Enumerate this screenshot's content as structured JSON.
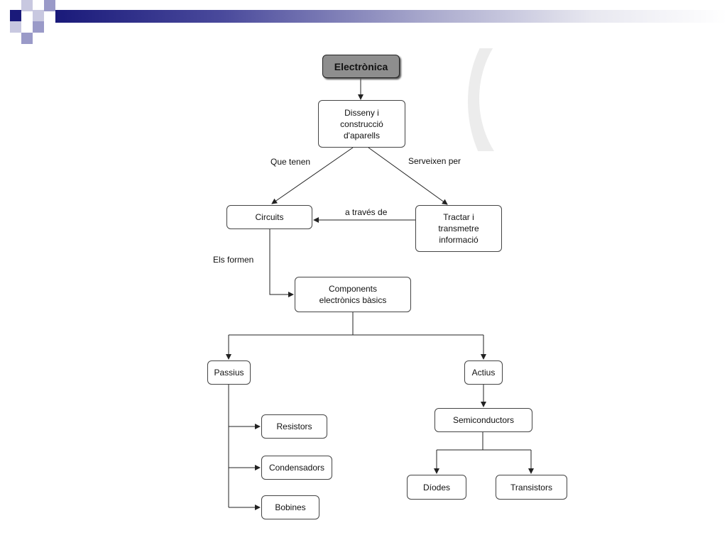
{
  "nodes": {
    "electronica": "Electrònica",
    "disseny": "Disseny i\nconstrucció\nd'aparells",
    "circuits": "Circuits",
    "tractar": "Tractar i\ntransmetre\ninformació",
    "components": "Components\nelectrònics bàsics",
    "passius": "Passius",
    "actius": "Actius",
    "resistors": "Resistors",
    "condensadors": "Condensadors",
    "bobines": "Bobines",
    "semiconductors": "Semiconductors",
    "diodes": "Díodes",
    "transistors": "Transistors"
  },
  "edge_labels": {
    "que_tenen": "Que tenen",
    "serveixen_per": "Serveixen per",
    "a_traves_de": "a través de",
    "els_formen": "Els formen"
  },
  "colors": {
    "title_bar_dark": "#1a1a7a",
    "root_fill": "#8e8e8e",
    "line": "#222222"
  }
}
